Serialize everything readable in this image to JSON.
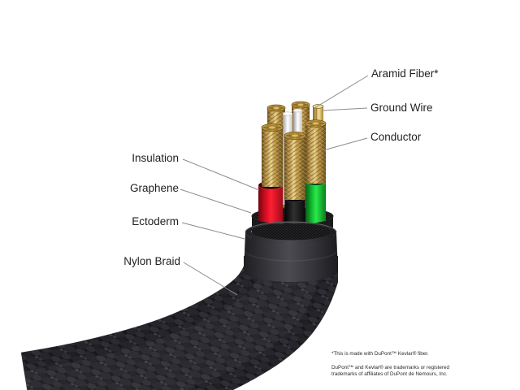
{
  "diagram": {
    "labels": {
      "aramid": "Aramid Fiber*",
      "ground": "Ground Wire",
      "conductor": "Conductor",
      "insulation": "Insulation",
      "graphene": "Graphene",
      "ectoderm": "Ectoderm",
      "nylon": "Nylon Braid"
    },
    "footnotes": {
      "fiber_note": "*This is made with DuPont™ Kevlar® fiber.",
      "trademark_note": "DuPont™ and Kevlar® are trademarks or registered trademarks of affiliates of DuPont de Nemours, Inc."
    },
    "colors": {
      "background": "#ffffff",
      "label_text": "#1f1f1f",
      "leader_line": "#8c8c8c",
      "conductor_gold": "#c9a64f",
      "ground_wire_gold": "#e3c87a",
      "aramid_white": "#f2f2f2",
      "insulation_red": "#e8132a",
      "insulation_green": "#1dd53e",
      "insulation_black": "#1a1a1a",
      "graphene_mesh": "#1a1a1a",
      "ectoderm_gray": "#3c3c41",
      "nylon_braid": "#1b1b1e"
    }
  }
}
